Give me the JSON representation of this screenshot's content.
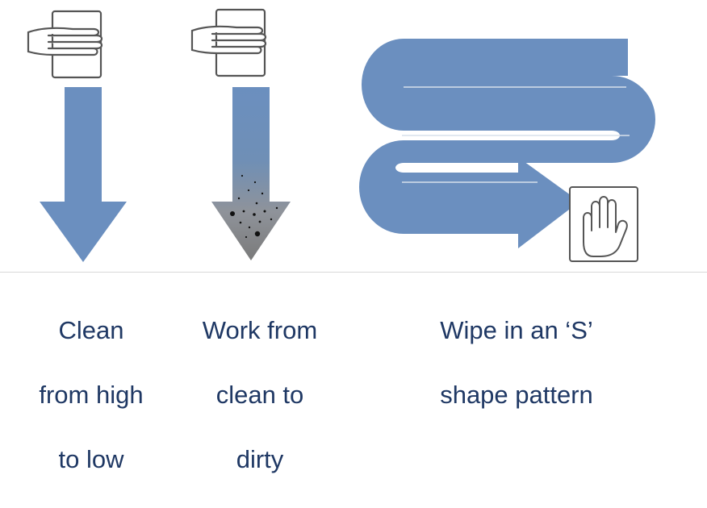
{
  "colors": {
    "arrow_blue": "#6b8fbf",
    "dirt_gray": "#7f7f7f",
    "caption_navy": "#1f3864",
    "icon_stroke": "#555555"
  },
  "icons": {
    "panel1": "hand-with-cloth-icon",
    "panel2": "hand-with-cloth-icon",
    "panel3": "open-hand-on-cloth-icon"
  },
  "captions": {
    "panel1": [
      "Clean",
      "from high",
      "to low"
    ],
    "panel2": [
      "Work from",
      "clean to",
      "dirty"
    ],
    "panel3": [
      "Wipe in an ‘S’",
      "shape pattern"
    ]
  }
}
